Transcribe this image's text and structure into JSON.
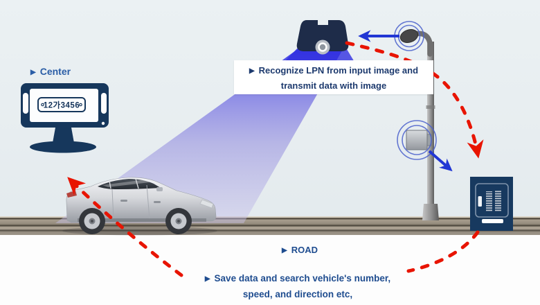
{
  "colors": {
    "sky_background": "#e8eef0",
    "panel_navy": "#16375c",
    "beam_blue": "#3232e6",
    "flow_arrow_blue": "#2136d4",
    "flow_arrow_red": "#e81400",
    "label_blue": "#1e4c8f",
    "center_label_blue": "#2a5da6"
  },
  "icons": {
    "bullet": "▶"
  },
  "labels": {
    "center": "Center",
    "recognize_line1": "Recognize LPN from input image and",
    "recognize_line2": "transmit data with image",
    "road": "ROAD",
    "save_line1": "Save data and search vehicle's number,",
    "save_line2": "speed, and direction etc,"
  },
  "monitor": {
    "license_plate": "12가3456"
  }
}
